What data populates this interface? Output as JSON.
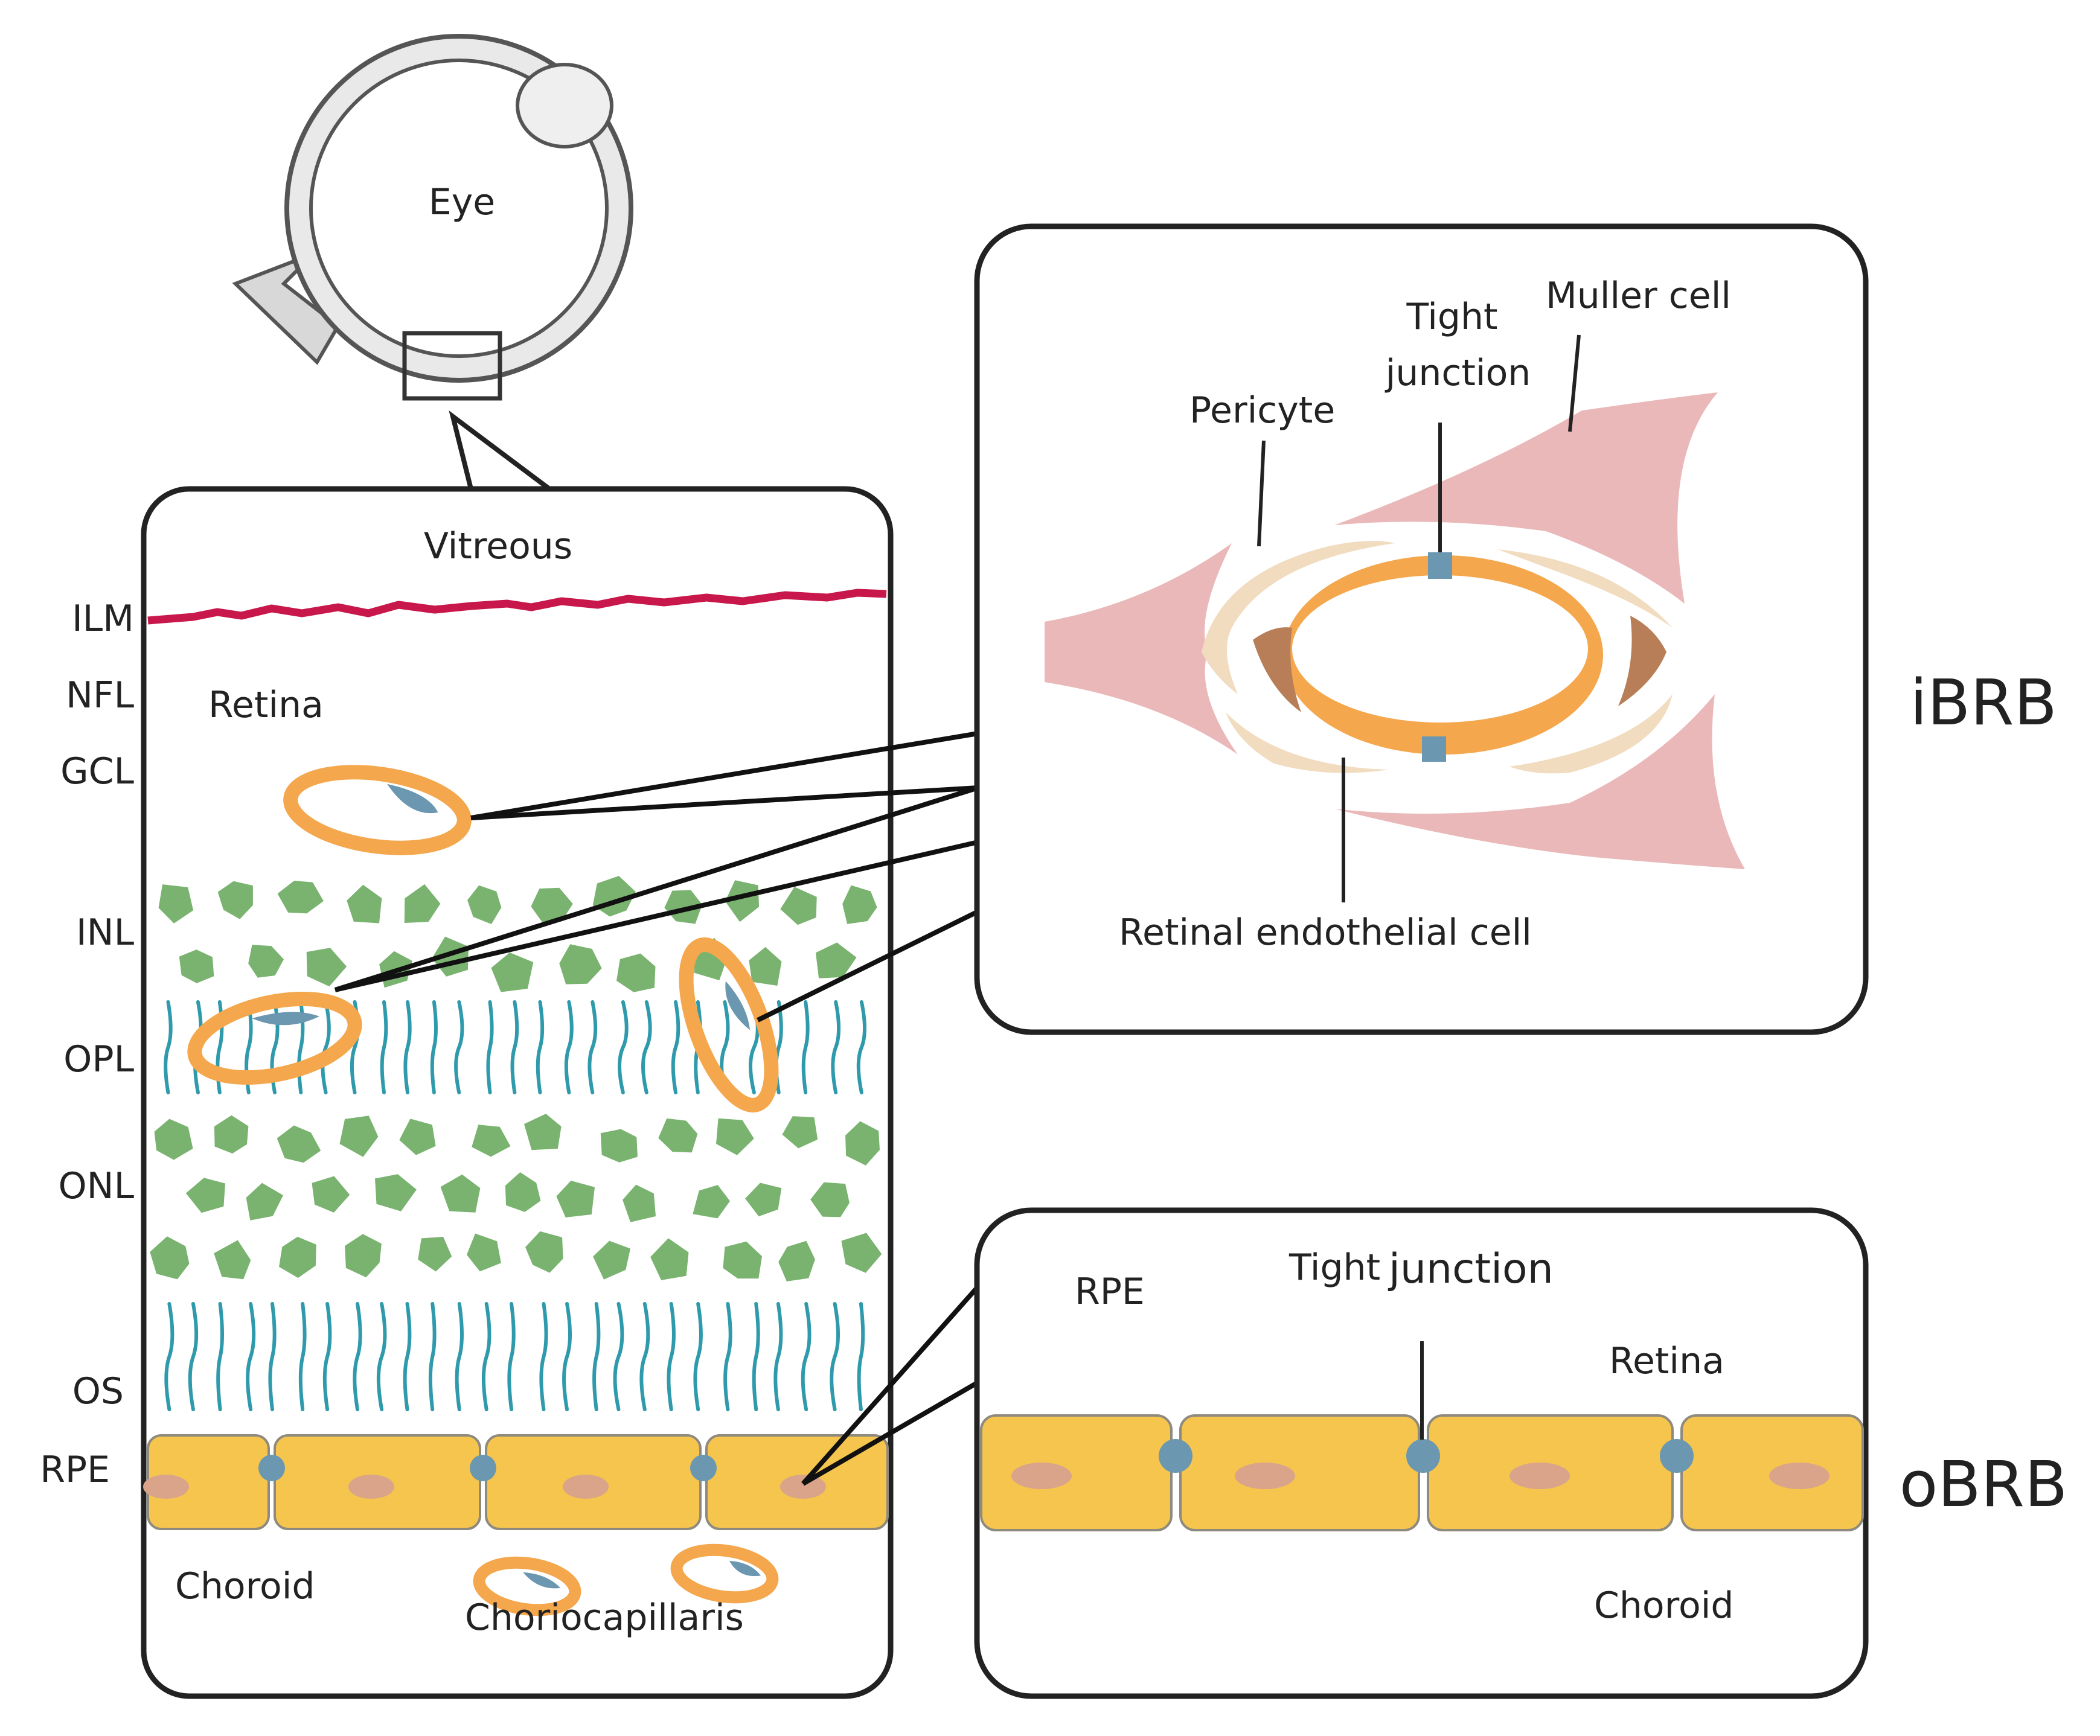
{
  "eye": {
    "label": "Eye"
  },
  "retina_panel": {
    "vitreous": "Vitreous",
    "retina": "Retina",
    "choroid": "Choroid",
    "choriocapillaris": "Choriocapillaris",
    "layers": [
      "ILM",
      "NFL",
      "GCL",
      "INL",
      "OPL",
      "ONL",
      "OS",
      "RPE"
    ]
  },
  "ibrb_panel": {
    "tight_junction_line1": "Tight",
    "tight_junction_line2": "junction",
    "muller_cell": "Muller cell",
    "pericyte": "Pericyte",
    "retinal_endothelial_cell": "Retinal endothelial cell",
    "tag": "iBRB"
  },
  "obrb_panel": {
    "rpe": "RPE",
    "tight": "Tight",
    "junction": "junction",
    "retina": "Retina",
    "choroid": "Choroid",
    "tag": "oBRB"
  },
  "colors": {
    "ilm_line": "#c8174a",
    "vessel_orange": "#f4a74c",
    "junction_blue": "#6b97b0",
    "nucleus_green": "#79b36f",
    "photoreceptor_teal": "#2f9aab",
    "rpe_yellow": "#f6c54d",
    "rpe_nucleus": "#d9a48a",
    "muller_pink": "#eab8b8",
    "pericyte_beige": "#f1dcc0",
    "nucleus_brown": "#b77e58"
  }
}
